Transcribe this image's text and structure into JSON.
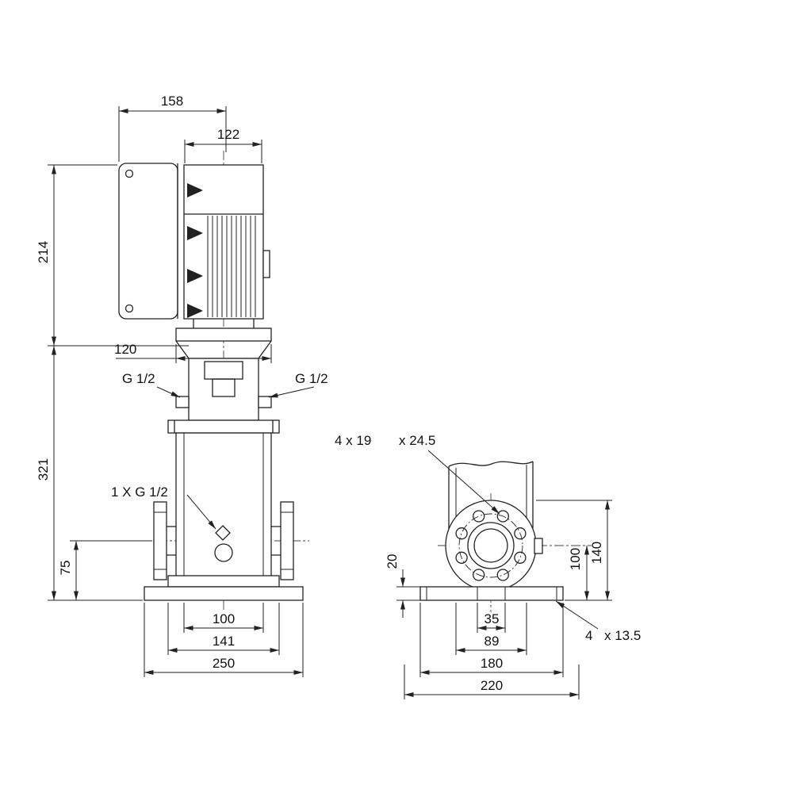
{
  "drawing": {
    "front": {
      "dim_total_width": "158",
      "dim_motor_width": "122",
      "dim_motor_height": "214",
      "dim_stool_width": "120",
      "dim_pump_height": "321",
      "dim_port_height": "75",
      "port_left_label": "G 1/2",
      "port_right_label": "G 1/2",
      "drain_label": "1 X G 1/2",
      "dim_sleeve_width": "100",
      "dim_flange_width": "141",
      "dim_base_width": "250"
    },
    "side": {
      "bolt_note_a": "4 x 19",
      "bolt_note_b": "x 24.5",
      "dim_base_thickness": "20",
      "dim_center_height": "100",
      "dim_flange_top_height": "140",
      "dim_slot_span": "35",
      "dim_column_width": "89",
      "dim_bolt_span": "180",
      "dim_base_width": "220",
      "base_hole_note_a": "4",
      "base_hole_note_b": "x 13.5"
    }
  }
}
